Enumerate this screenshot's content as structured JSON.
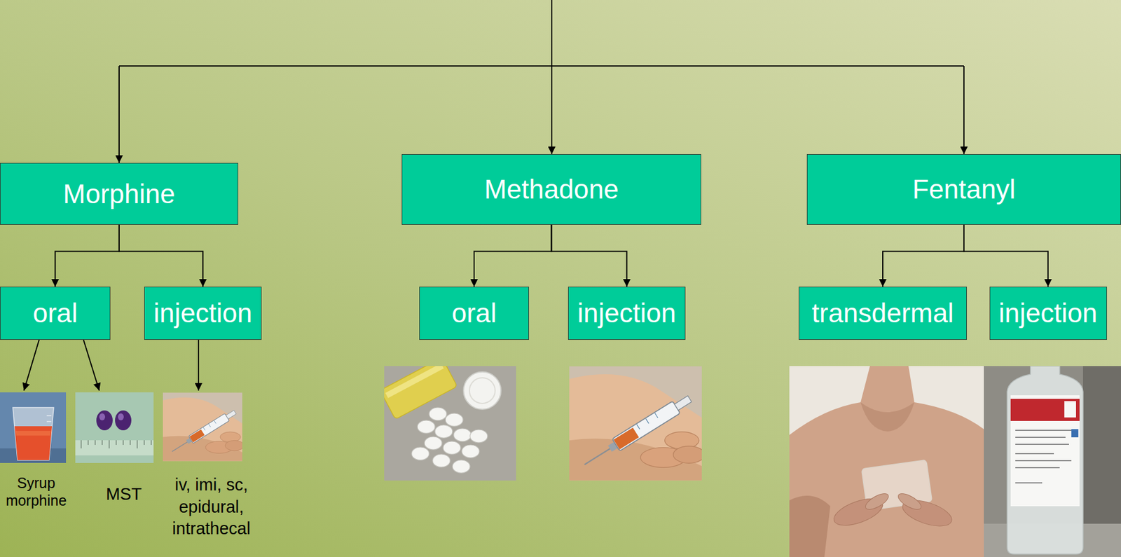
{
  "diagram": {
    "nodes": [
      {
        "text": [
          "Morphine"
        ]
      },
      {
        "text": [
          "Methadone"
        ]
      },
      {
        "text": [
          "Fentanyl"
        ]
      },
      {
        "text": [
          "oral"
        ]
      },
      {
        "text": [
          "injection"
        ]
      },
      {
        "text": [
          "oral"
        ]
      },
      {
        "text": [
          "injection"
        ]
      },
      {
        "text": [
          "transdermal"
        ]
      },
      {
        "text": [
          "injection"
        ]
      }
    ],
    "edges": [
      {
        "from": 0,
        "to": 3,
        "arrow": "to"
      },
      {
        "from": 0,
        "to": 4,
        "arrow": "to"
      },
      {
        "from": 1,
        "to": 5,
        "arrow": "to"
      },
      {
        "from": 1,
        "to": 6,
        "arrow": "to"
      },
      {
        "from": 2,
        "to": 7,
        "arrow": "to"
      },
      {
        "from": 2,
        "to": 8,
        "arrow": "to"
      }
    ],
    "labels": [
      "Syrup morphine",
      "MST",
      "iv, imi, sc, epidural, intrathecal"
    ]
  }
}
